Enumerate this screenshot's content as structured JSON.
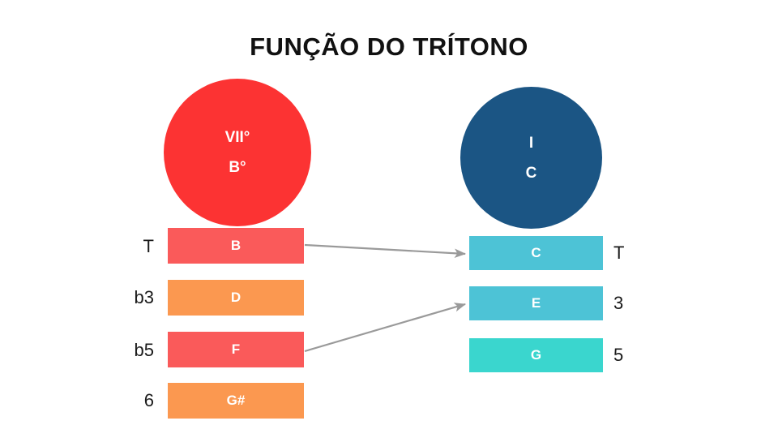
{
  "title": "FUNÇÃO DO TRÍTONO",
  "colors": {
    "background": "#ffffff",
    "title_text": "#111111",
    "circle_left": "#fc3333",
    "circle_right": "#1b5584",
    "bar_red": "#fa5a5a",
    "bar_orange": "#fb9850",
    "bar_teal": "#4dc3d6",
    "bar_turquoise": "#3ad6ce",
    "arrow": "#9a9a9a",
    "label_text": "#1a1a1a"
  },
  "left_chord": {
    "circle": {
      "roman": "VII°",
      "chord": "B°",
      "color": "#fc3333"
    },
    "rows": [
      {
        "interval": "T",
        "note": "B",
        "color": "#fa5a5a"
      },
      {
        "interval": "b3",
        "note": "D",
        "color": "#fb9850"
      },
      {
        "interval": "b5",
        "note": "F",
        "color": "#fa5a5a"
      },
      {
        "interval": "6",
        "note": "G#",
        "color": "#fb9850"
      }
    ]
  },
  "right_chord": {
    "circle": {
      "roman": "I",
      "chord": "C",
      "color": "#1b5584"
    },
    "rows": [
      {
        "interval": "T",
        "note": "C",
        "color": "#4dc3d6"
      },
      {
        "interval": "3",
        "note": "E",
        "color": "#4dc3d6"
      },
      {
        "interval": "5",
        "note": "G",
        "color": "#3ad6ce"
      }
    ]
  },
  "resolutions": [
    {
      "from": "B",
      "to": "C"
    },
    {
      "from": "F",
      "to": "E"
    }
  ]
}
